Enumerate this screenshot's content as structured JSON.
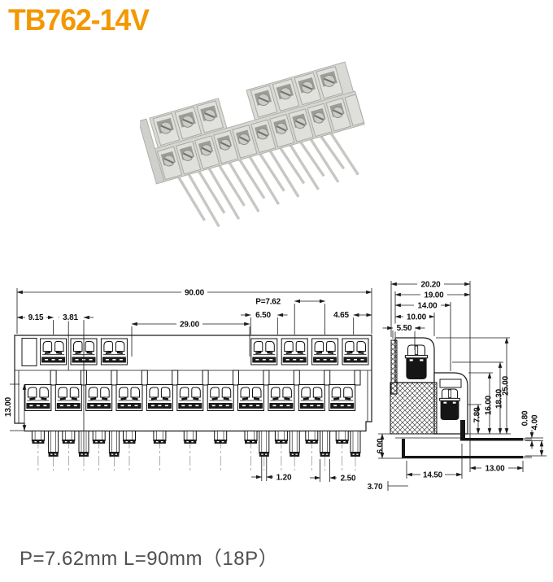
{
  "title": "TB762-14V",
  "footer": {
    "spec": "P=7.62mm  L=90mm（18P）"
  },
  "colors": {
    "title": "#F39800",
    "line": "#1a1a1a",
    "footer_text": "#4f4f4f",
    "photo_body": "#d8d8d4"
  },
  "front_view": {
    "dims": {
      "total_width": "90.00",
      "edge_to_first": "9.15",
      "row_offset": "3.81",
      "center_gap": "29.00",
      "pitch": "P=7.62",
      "opening_width": "6.50",
      "last_to_edge": "4.65",
      "body_height": "13.00",
      "pin_thickness": "1.20",
      "pin_width": "2.50"
    }
  },
  "side_view": {
    "dims": {
      "depth_total": "20.20",
      "depth_19": "19.00",
      "depth_14": "14.00",
      "depth_10": "10.00",
      "depth_5_5": "5.50",
      "height_total": "25.00",
      "height_18_3": "18.30",
      "height_16": "16.00",
      "height_7_8": "7.80",
      "lead_thickness": "0.80",
      "lead_gap": "4.00",
      "bottom_clearance": "6.00",
      "lead_13": "13.00",
      "lead_14_5": "14.50",
      "tail_3_7": "3.70"
    }
  }
}
